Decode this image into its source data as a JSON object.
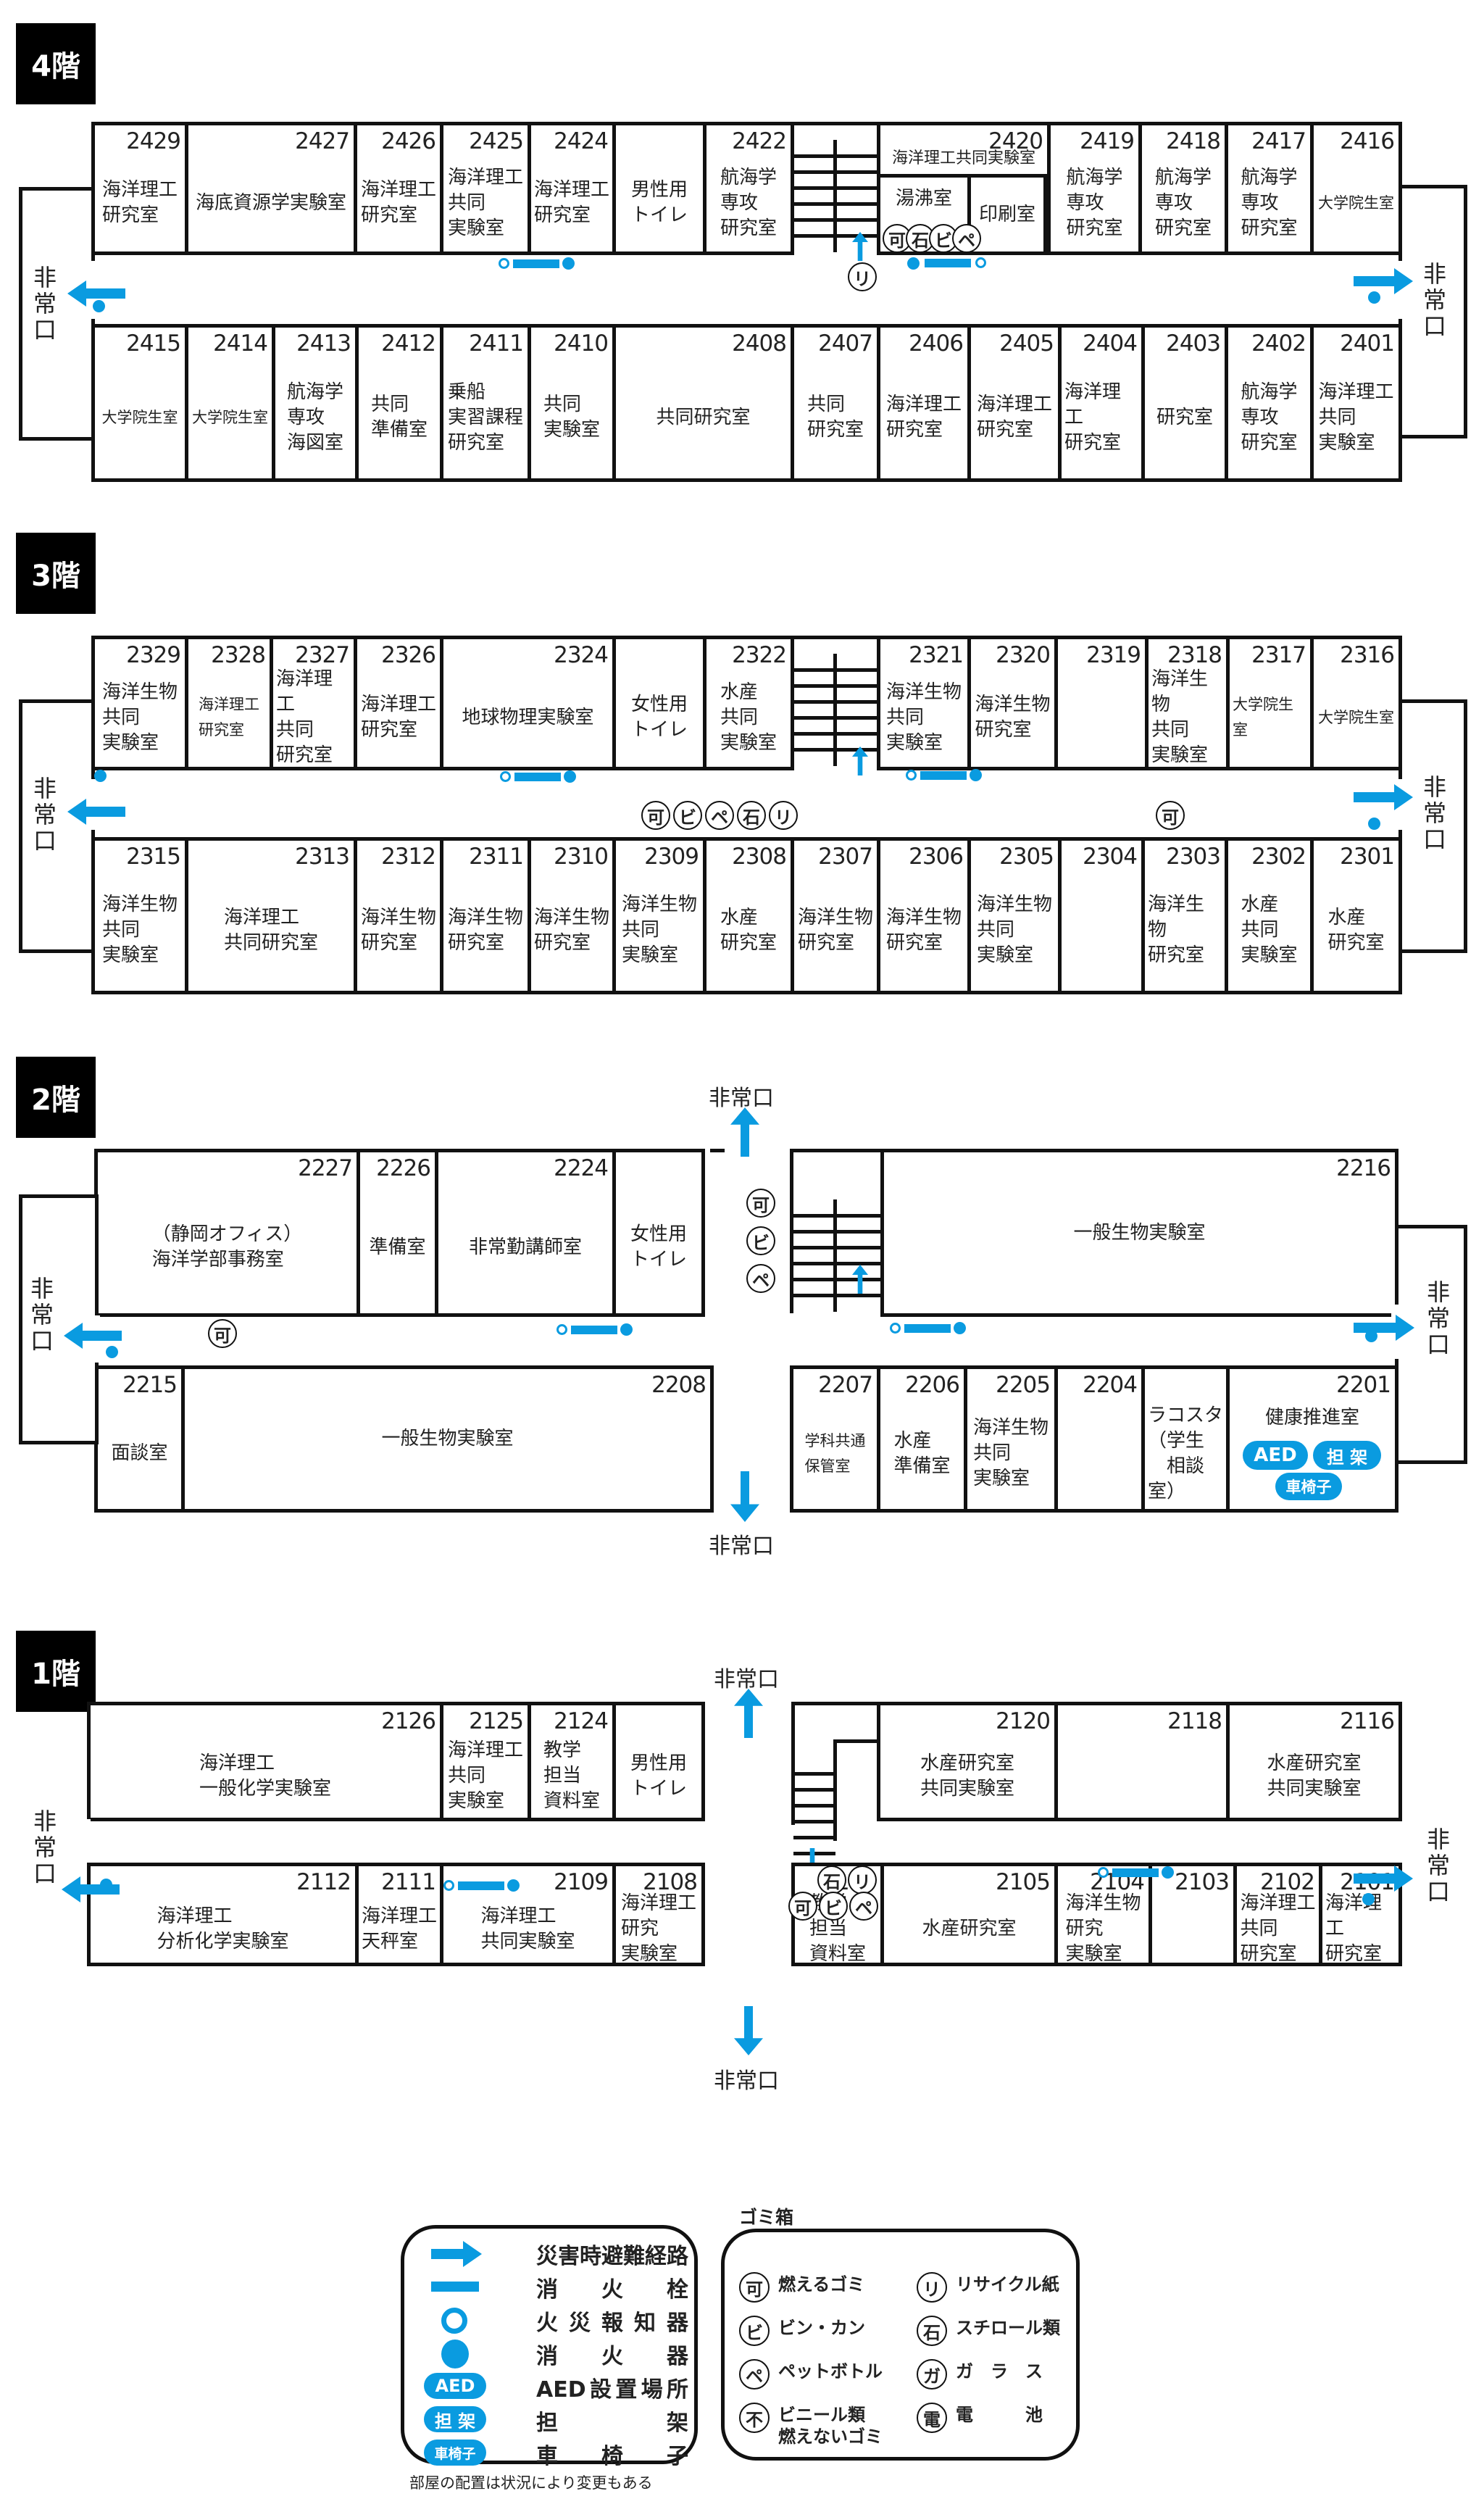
{
  "colors": {
    "accent": "#0a9be0",
    "wall": "#111111"
  },
  "exit_label": "非常口",
  "floors": [
    {
      "id": "4F",
      "label": "4階",
      "top_rooms": [
        {
          "num": "2429",
          "name": "海洋理工\n研究室"
        },
        {
          "num": "2427",
          "name": "海底資源学実験室"
        },
        {
          "num": "2426",
          "name": "海洋理工\n研究室"
        },
        {
          "num": "2425",
          "name": "海洋理工\n共同\n実験室"
        },
        {
          "num": "2424",
          "name": "海洋理工\n研究室"
        },
        {
          "num": "",
          "name": "男性用\nトイレ"
        },
        {
          "num": "2422",
          "name": "航海学\n専攻\n研究室"
        },
        {
          "num": "2420",
          "name": "海洋理工共同実験室",
          "sub": [
            {
              "name": "湯沸室"
            },
            {
              "name": "印刷室"
            }
          ]
        },
        {
          "num": "2419",
          "name": "航海学\n専攻\n研究室"
        },
        {
          "num": "2418",
          "name": "航海学\n専攻\n研究室"
        },
        {
          "num": "2417",
          "name": "航海学\n専攻\n研究室"
        },
        {
          "num": "2416",
          "name": "大学院生室"
        }
      ],
      "bottom_rooms": [
        {
          "num": "2415",
          "name": "大学院生室"
        },
        {
          "num": "2414",
          "name": "大学院生室"
        },
        {
          "num": "2413",
          "name": "航海学\n専攻\n海図室"
        },
        {
          "num": "2412",
          "name": "共同\n準備室"
        },
        {
          "num": "2411",
          "name": "乗船\n実習課程\n研究室"
        },
        {
          "num": "2410",
          "name": "共同\n実験室"
        },
        {
          "num": "2408",
          "name": "共同研究室"
        },
        {
          "num": "2407",
          "name": "共同\n研究室"
        },
        {
          "num": "2406",
          "name": "海洋理工\n研究室"
        },
        {
          "num": "2405",
          "name": "海洋理工\n研究室"
        },
        {
          "num": "2404",
          "name": "海洋理工\n研究室"
        },
        {
          "num": "2403",
          "name": "研究室"
        },
        {
          "num": "2402",
          "name": "航海学\n専攻\n研究室"
        },
        {
          "num": "2401",
          "name": "海洋理工\n共同\n実験室"
        }
      ],
      "bins": [
        "可",
        "石",
        "ビ",
        "ペ",
        "リ"
      ]
    },
    {
      "id": "3F",
      "label": "3階",
      "top_rooms": [
        {
          "num": "2329",
          "name": "海洋生物\n共同\n実験室"
        },
        {
          "num": "2328",
          "name": "海洋理工\n研究室"
        },
        {
          "num": "2327",
          "name": "海洋理工\n共同\n研究室"
        },
        {
          "num": "2326",
          "name": "海洋理工\n研究室"
        },
        {
          "num": "2324",
          "name": "地球物理実験室"
        },
        {
          "num": "",
          "name": "女性用\nトイレ"
        },
        {
          "num": "2322",
          "name": "水産\n共同\n実験室"
        },
        {
          "num": "2321",
          "name": "海洋生物\n共同\n実験室"
        },
        {
          "num": "2320",
          "name": "海洋生物\n研究室"
        },
        {
          "num": "2319",
          "name": ""
        },
        {
          "num": "2318",
          "name": "海洋生物\n共同\n実験室"
        },
        {
          "num": "2317",
          "name": "大学院生室"
        },
        {
          "num": "2316",
          "name": "大学院生室"
        }
      ],
      "bottom_rooms": [
        {
          "num": "2315",
          "name": "海洋生物\n共同\n実験室"
        },
        {
          "num": "2313",
          "name": "海洋理工\n共同研究室"
        },
        {
          "num": "2312",
          "name": "海洋生物\n研究室"
        },
        {
          "num": "2311",
          "name": "海洋生物\n研究室"
        },
        {
          "num": "2310",
          "name": "海洋生物\n研究室"
        },
        {
          "num": "2309",
          "name": "海洋生物\n共同\n実験室"
        },
        {
          "num": "2308",
          "name": "水産\n研究室"
        },
        {
          "num": "2307",
          "name": "海洋生物\n研究室"
        },
        {
          "num": "2306",
          "name": "海洋生物\n研究室"
        },
        {
          "num": "2305",
          "name": "海洋生物\n共同\n実験室"
        },
        {
          "num": "2304",
          "name": ""
        },
        {
          "num": "2303",
          "name": "海洋生物\n研究室"
        },
        {
          "num": "2302",
          "name": "水産\n共同\n実験室"
        },
        {
          "num": "2301",
          "name": "水産\n研究室"
        }
      ],
      "bins": [
        "可",
        "ビ",
        "ペ",
        "石",
        "リ",
        "可"
      ]
    },
    {
      "id": "2F",
      "label": "2階",
      "top_rooms": [
        {
          "num": "2227",
          "name": "（静岡オフィス）\n海洋学部事務室"
        },
        {
          "num": "2226",
          "name": "準備室"
        },
        {
          "num": "2224",
          "name": "非常勤講師室"
        },
        {
          "num": "",
          "name": "女性用\nトイレ"
        },
        {
          "num": "2216",
          "name": "一般生物実験室"
        }
      ],
      "bottom_rooms": [
        {
          "num": "2215",
          "name": "面談室"
        },
        {
          "num": "2208",
          "name": "一般生物実験室"
        },
        {
          "num": "2207",
          "name": "学科共通\n保管室"
        },
        {
          "num": "2206",
          "name": "水産\n準備室"
        },
        {
          "num": "2205",
          "name": "海洋生物\n共同\n実験室"
        },
        {
          "num": "2204",
          "name": ""
        },
        {
          "num": "",
          "name": "ラコスタ\n（学生\n　相談室）"
        },
        {
          "num": "2201",
          "name": "健康推進室"
        }
      ],
      "bins": [
        "可",
        "ビ",
        "ペ",
        "可"
      ],
      "badges": [
        "AED",
        "担 架",
        "車椅子"
      ]
    },
    {
      "id": "1F",
      "label": "1階",
      "top_rooms": [
        {
          "num": "2126",
          "name": "海洋理工\n一般化学実験室"
        },
        {
          "num": "2125",
          "name": "海洋理工\n共同\n実験室"
        },
        {
          "num": "2124",
          "name": "教学\n担当\n資料室"
        },
        {
          "num": "",
          "name": "男性用\nトイレ"
        },
        {
          "num": "2120",
          "name": "水産研究室\n共同実験室"
        },
        {
          "num": "2118",
          "name": ""
        },
        {
          "num": "2116",
          "name": "水産研究室\n共同実験室"
        }
      ],
      "bottom_rooms": [
        {
          "num": "2112",
          "name": "海洋理工\n分析化学実験室"
        },
        {
          "num": "2111",
          "name": "海洋理工\n天秤室"
        },
        {
          "num": "2109",
          "name": "海洋理工\n共同実験室"
        },
        {
          "num": "2108",
          "name": "海洋理工\n研究\n実験室"
        },
        {
          "num": "2107",
          "name": "教学\n担当\n資料室"
        },
        {
          "num": "2105",
          "name": "水産研究室"
        },
        {
          "num": "2104",
          "name": "海洋生物\n研究\n実験室"
        },
        {
          "num": "2103",
          "name": ""
        },
        {
          "num": "2102",
          "name": "海洋理工\n共同\n研究室"
        },
        {
          "num": "2101",
          "name": "海洋理工\n研究室"
        }
      ],
      "bins": [
        "石",
        "リ",
        "可",
        "ビ",
        "ペ"
      ]
    }
  ],
  "legend": {
    "items": [
      {
        "icon": "evacuation-arrow",
        "label": "災害時避難経路"
      },
      {
        "icon": "fire-hydrant",
        "label": "消　火　栓"
      },
      {
        "icon": "fire-alarm",
        "label": "火 災 報 知 器"
      },
      {
        "icon": "fire-extinguisher",
        "label": "消　火　器"
      },
      {
        "icon": "aed-badge",
        "badge": "AED",
        "label": "AED設置場所"
      },
      {
        "icon": "stretcher-badge",
        "badge": "担 架",
        "label": "担　　　架"
      },
      {
        "icon": "wheelchair-badge",
        "badge": "車椅子",
        "label": "車　椅　子"
      }
    ],
    "note": "部屋の配置は状況により変更もある"
  },
  "trash_legend": {
    "title": "ゴミ箱",
    "items": [
      {
        "mark": "可",
        "label": "燃えるゴミ"
      },
      {
        "mark": "リ",
        "label": "リサイクル紙"
      },
      {
        "mark": "ビ",
        "label": "ビン・カン"
      },
      {
        "mark": "石",
        "label": "スチロール類"
      },
      {
        "mark": "ペ",
        "label": "ペットボトル"
      },
      {
        "mark": "ガ",
        "label": "ガ　ラ　ス"
      },
      {
        "mark": "不",
        "label": "ビニール類\n燃えないゴミ"
      },
      {
        "mark": "電",
        "label": "電　　　池"
      }
    ]
  }
}
